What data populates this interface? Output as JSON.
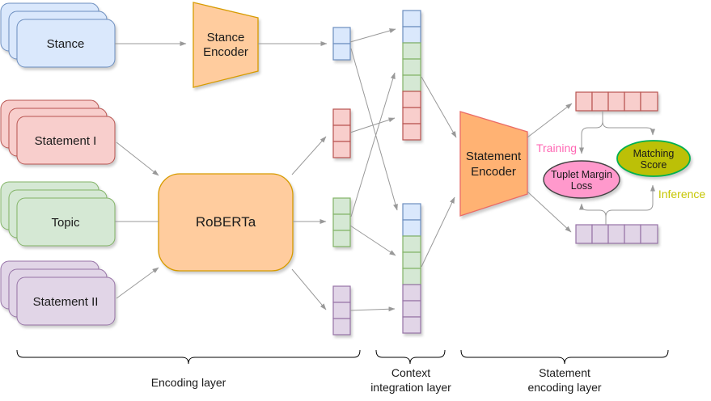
{
  "nodes": {
    "stance": {
      "label": "Stance"
    },
    "statement1": {
      "label": "Statement I"
    },
    "topic": {
      "label": "Topic"
    },
    "statement2": {
      "label": "Statement II"
    },
    "stance_encoder": {
      "line1": "Stance",
      "line2": "Encoder"
    },
    "roberta": {
      "label": "RoBERTa"
    },
    "statement_encoder": {
      "line1": "Statement",
      "line2": "Encoder"
    },
    "tuplet_margin_loss": {
      "line1": "Tuplet Margin",
      "line2": "Loss"
    },
    "matching_score": {
      "line1": "Matching",
      "line2": "Score"
    }
  },
  "annotations": {
    "training": "Training",
    "inference": "Inference"
  },
  "layers": {
    "encoding": {
      "label": "Encoding layer"
    },
    "context_integration": {
      "line1": "Context",
      "line2": "integration layer"
    },
    "statement_encoding": {
      "line1": "Statement",
      "line2": "encoding layer"
    }
  },
  "colors": {
    "blue_fill": "#dae8fc",
    "blue_stroke": "#6c8ebf",
    "red_fill": "#f8cecc",
    "red_stroke": "#b85450",
    "green_fill": "#d5e8d4",
    "green_stroke": "#82b366",
    "purple_fill": "#e1d5e7",
    "purple_stroke": "#9673a6",
    "orange_fill": "#ffcc9e",
    "orange_stroke": "#d79b00",
    "deep_orange_fill": "#ffb273",
    "deep_orange_stroke": "#ea6b66",
    "pink_fill": "#ff99cc",
    "pink_stroke": "#424242",
    "olive_fill": "#bcc007",
    "olive_stroke": "#00b050",
    "training_text": "#ff66b3",
    "inference_text": "#c6c600",
    "arrow": "#999999"
  }
}
